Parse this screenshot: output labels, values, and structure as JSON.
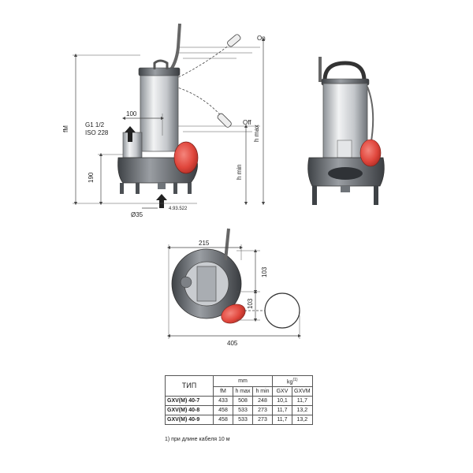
{
  "side_view": {
    "outlet_thread": "G1 1/2",
    "outlet_standard": "ISO 228",
    "dim_outlet_offset": "100",
    "dim_outlet_height": "190",
    "dim_base": "Ø35",
    "dim_foot": "4.93.522",
    "dim_fm": "fM",
    "dim_hmax": "h max",
    "dim_hmin": "h min",
    "float_on": "On",
    "float_off": "Off"
  },
  "top_view": {
    "dim_width": "215",
    "dim_upper": "103",
    "dim_lower": "103",
    "dim_total": "405"
  },
  "table": {
    "type_header": "ТИП",
    "mm_header": "mm",
    "kg_header": "kg",
    "kg_footnote_mark": "(1)",
    "col_fm": "fM",
    "col_hmax": "h max",
    "col_hmin": "h min",
    "col_gxv": "GXV",
    "col_gxvm": "GXVM",
    "rows": [
      {
        "model": "GXV(M) 40-7",
        "fm": "433",
        "hmax": "508",
        "hmin": "248",
        "gxv": "10,1",
        "gxvm": "11,7"
      },
      {
        "model": "GXV(M) 40-8",
        "fm": "458",
        "hmax": "533",
        "hmin": "273",
        "gxv": "11,7",
        "gxvm": "13,2"
      },
      {
        "model": "GXV(M) 40-9",
        "fm": "458",
        "hmax": "533",
        "hmin": "273",
        "gxv": "11,7",
        "gxvm": "13,2"
      }
    ]
  },
  "footnote": "1)  при длине кабеля 10 м",
  "colors": {
    "float_red": "#e0463c",
    "body_grey": "#c9ccd0",
    "dark_grey": "#5a5e63"
  }
}
